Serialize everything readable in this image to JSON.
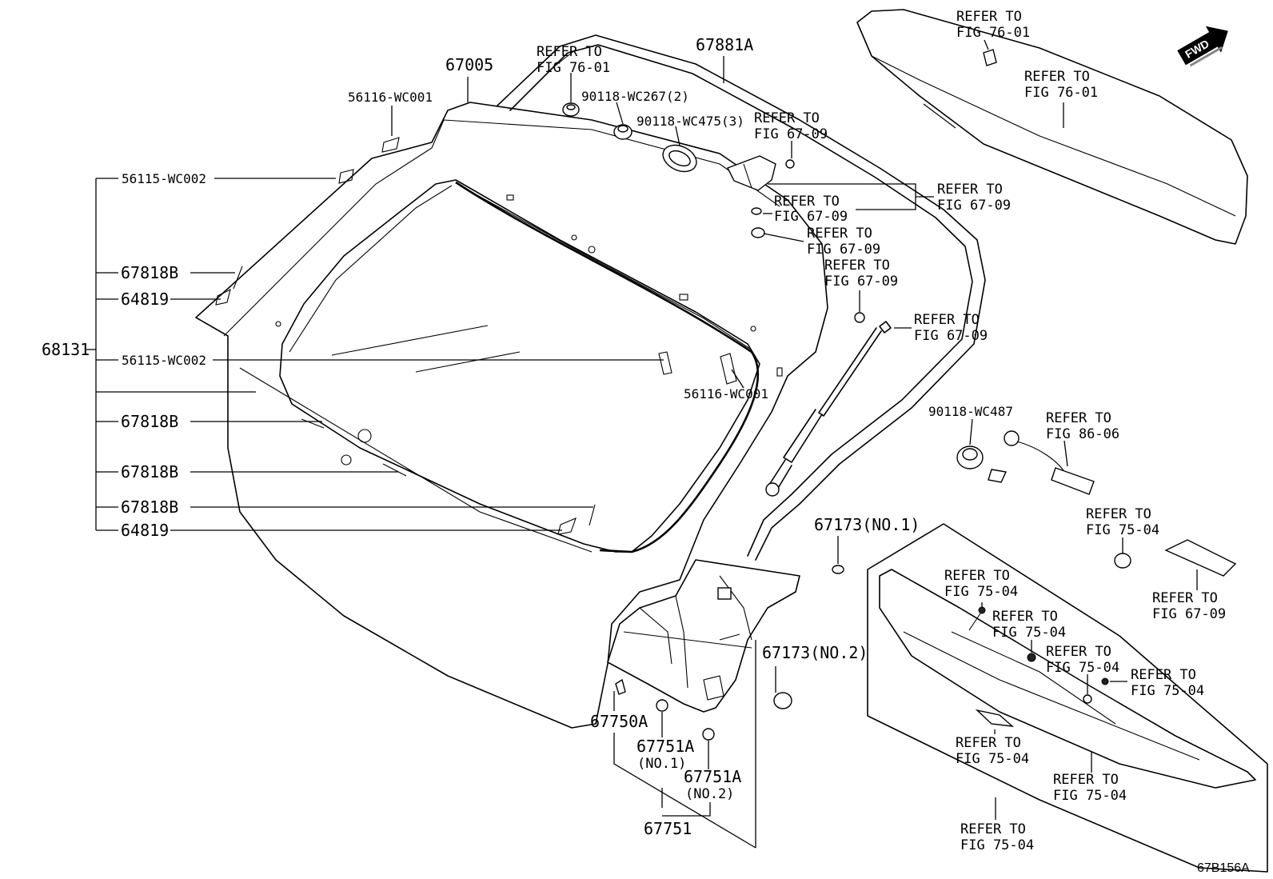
{
  "diagram": {
    "fig_code": "67B156A",
    "fwd": "FWD",
    "labels": {
      "p67005": "67005",
      "p67881A": "67881A",
      "p56116_top": "56116-WC001",
      "p56115_top": "56115-WC002",
      "p67818B_1": "67818B",
      "p64819_1": "64819",
      "p68131": "68131",
      "p56115_mid": "56115-WC002",
      "p56116_mid": "56116-WC001",
      "p67818B_2": "67818B",
      "p67818B_3": "67818B",
      "p67818B_4": "67818B",
      "p64819_2": "64819",
      "p90118_267": "90118-WC267(2)",
      "p90118_475": "90118-WC475(3)",
      "p90118_487": "90118-WC487",
      "p67173_1": "67173(NO.1)",
      "p67173_2": "67173(NO.2)",
      "p67750A": "67750A",
      "p67751A_1": "67751A",
      "p67751A_1_sub": "(NO.1)",
      "p67751A_2": "67751A",
      "p67751A_2_sub": "(NO.2)",
      "p67751": "67751"
    },
    "refer_to": "REFER TO",
    "refs": {
      "r1": "FIG 76-01",
      "r2": "FIG 76-01",
      "r3": "FIG 76-01",
      "r4": "FIG 67-09",
      "r5": "FIG 67-09",
      "r6": "FIG 67-09",
      "r7": "FIG 67-09",
      "r8": "FIG 67-09",
      "r9": "FIG 67-09",
      "r10": "FIG 86-06",
      "r11": "FIG 75-04",
      "r12": "FIG 67-09",
      "r13": "FIG 75-04",
      "r14": "FIG 75-04",
      "r15": "FIG 75-04",
      "r16": "FIG 75-04",
      "r17": "FIG 75-04",
      "r18": "FIG 75-04",
      "r19": "FIG 75-04"
    }
  }
}
